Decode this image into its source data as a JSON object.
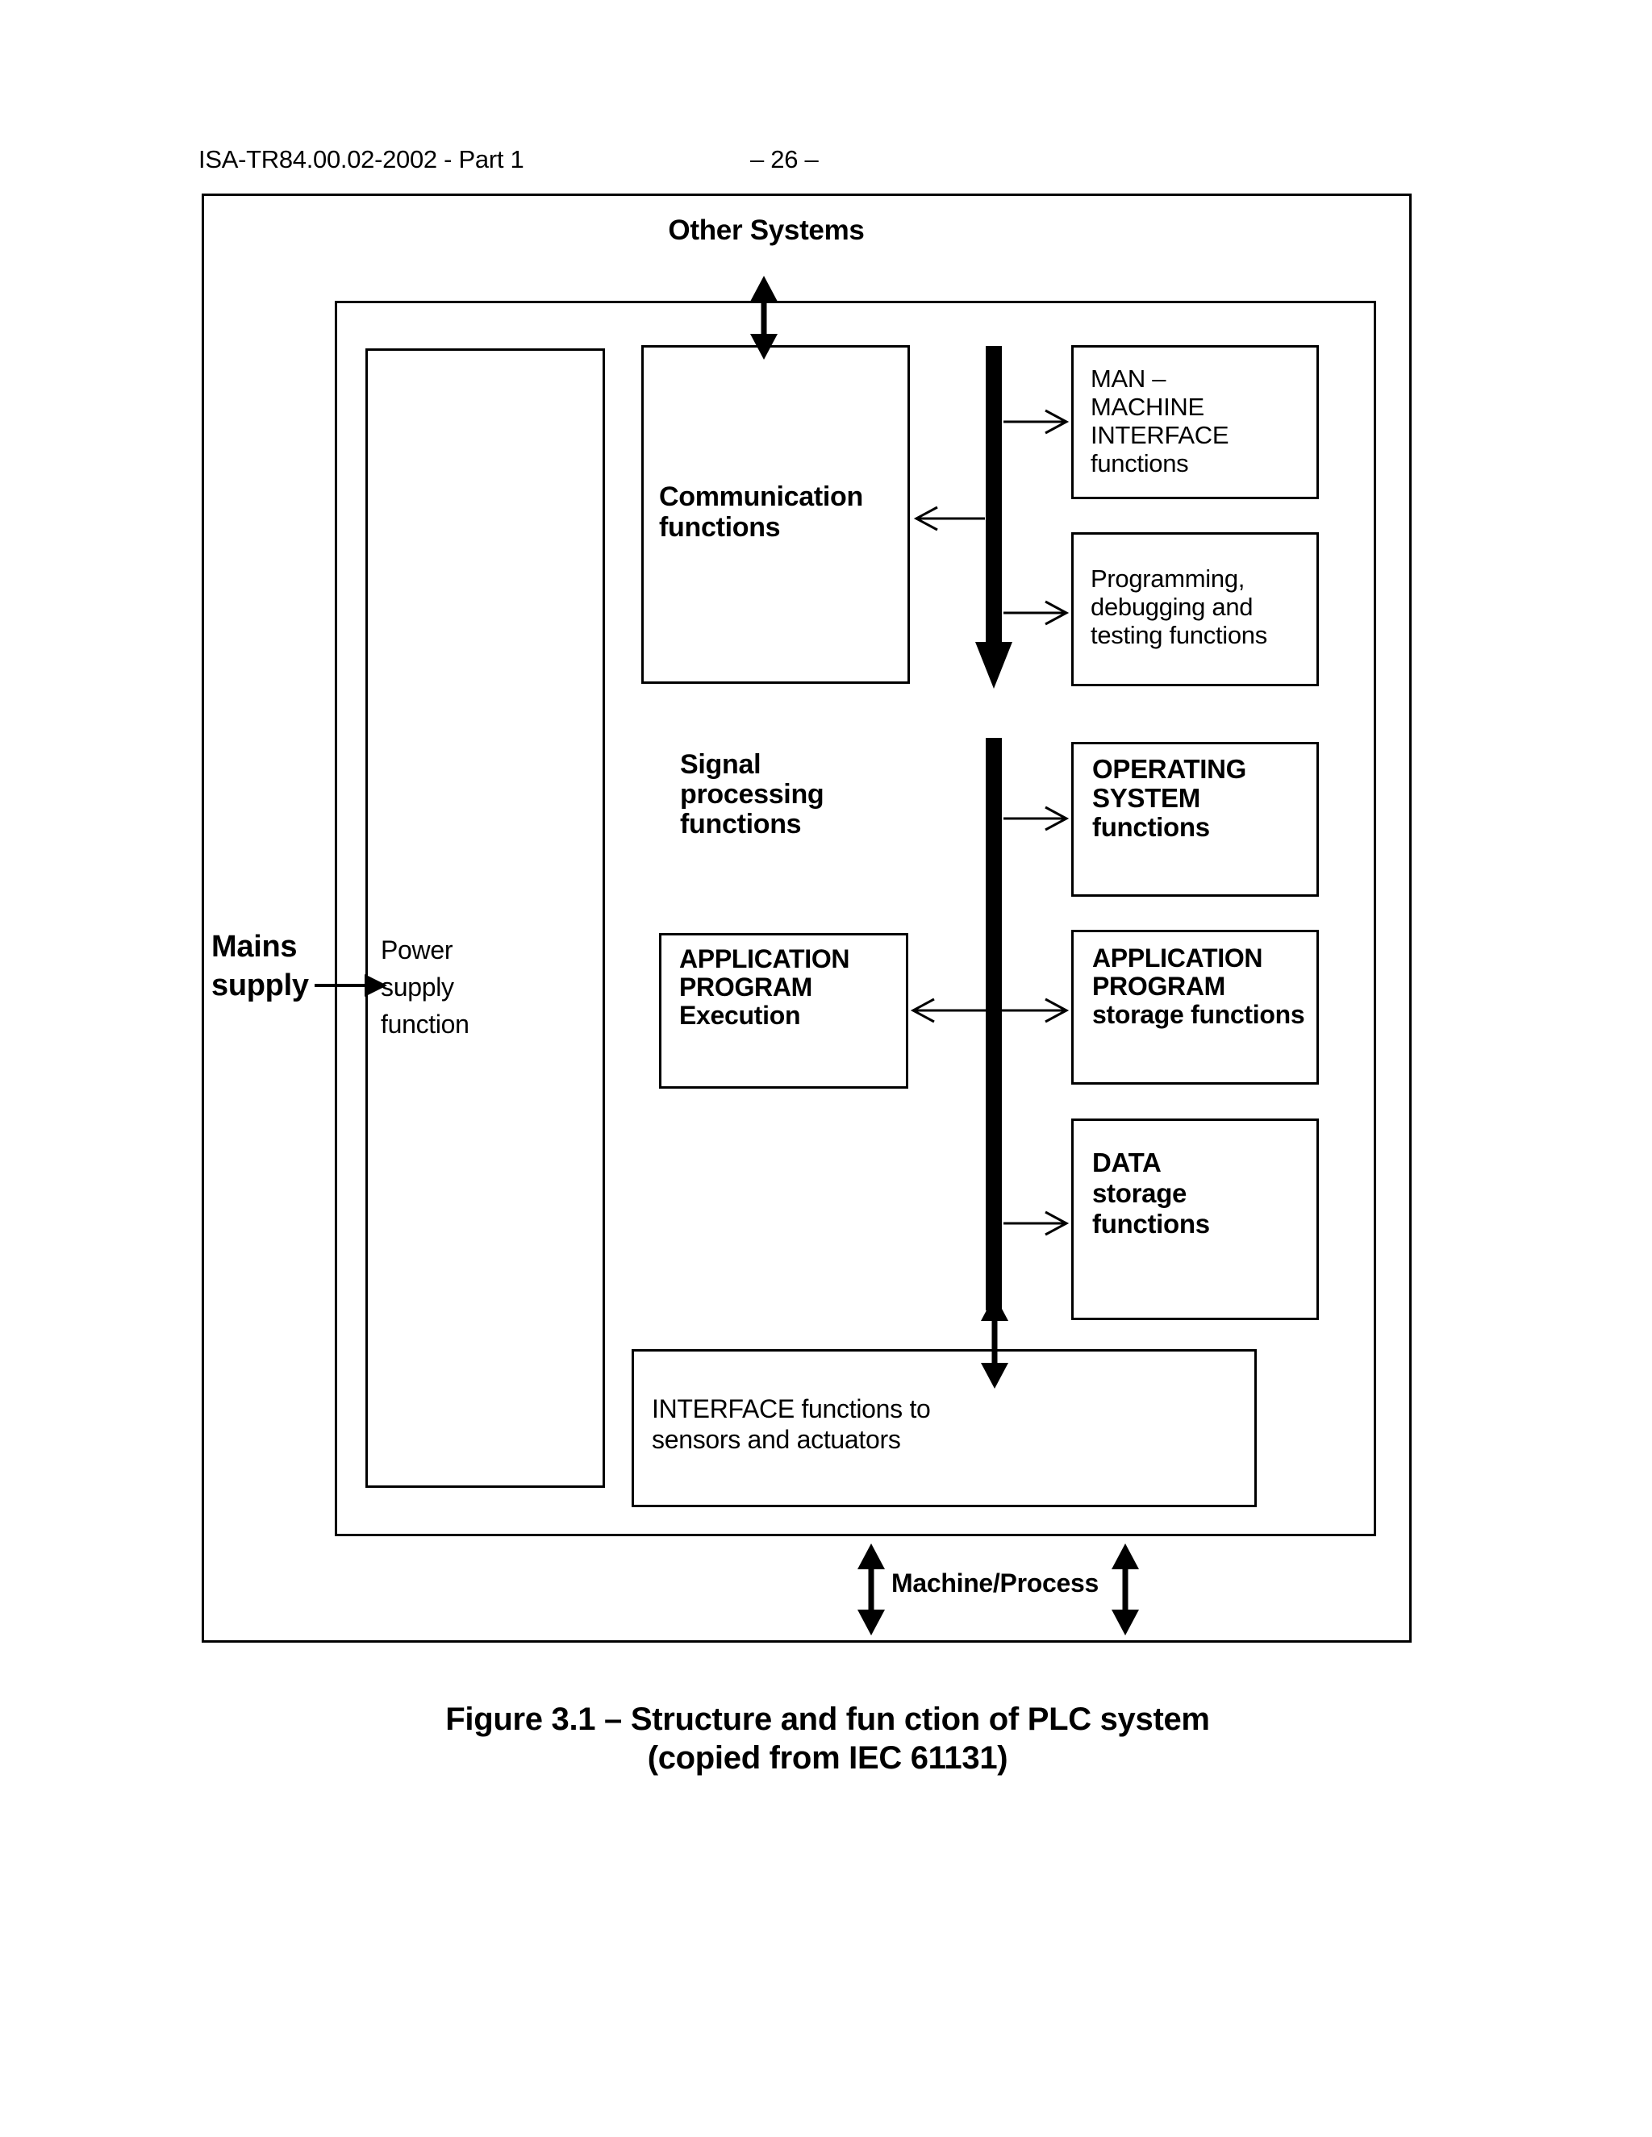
{
  "header": {
    "doc_id": "ISA-TR84.00.02-2002 - Part 1",
    "page_number": "– 26 –"
  },
  "diagram": {
    "other_systems_label": "Other Systems",
    "mains_supply_label": "Mains\nsupply",
    "power_supply_box": "Power\nsupply\nfunction",
    "communication_box": "Communication\nfunctions",
    "man_machine_box": "MAN –\nMACHINE\nINTERFACE\nfunctions",
    "programming_box": "Programming,\ndebugging and\ntesting functions",
    "signal_processing_label": "Signal\nprocessing\nfunctions",
    "operating_system_box": "OPERATING\nSYSTEM\nfunctions",
    "application_execution_box": "APPLICATION\nPROGRAM\nExecution",
    "application_storage_box": "APPLICATION\nPROGRAM\nstorage functions",
    "data_storage_box": "DATA\nstorage\nfunctions",
    "interface_box": "INTERFACE functions to\nsensors and actuators",
    "machine_process_label": "Machine/Process"
  },
  "caption": {
    "line1": "Figure 3.1 – Structure and fun ction of PLC system",
    "line2": "(copied from IEC 61131)"
  },
  "colors": {
    "ink": "#000000",
    "paper": "#ffffff"
  }
}
